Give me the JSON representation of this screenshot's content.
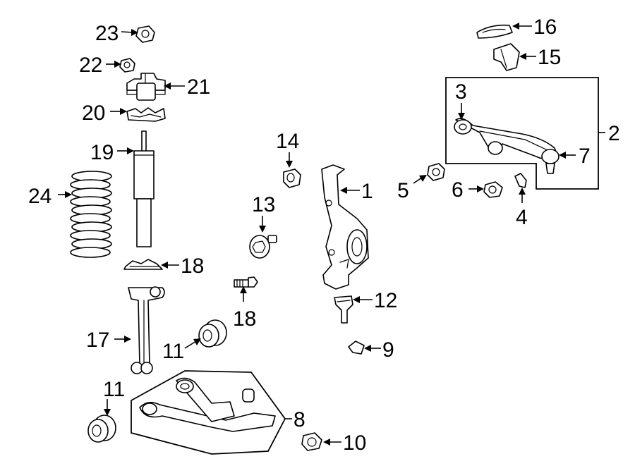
{
  "callouts": {
    "c1": "1",
    "c2": "2",
    "c3": "3",
    "c4": "4",
    "c5": "5",
    "c6": "6",
    "c7": "7",
    "c8": "8",
    "c9": "9",
    "c10": "10",
    "c11a": "11",
    "c11b": "11",
    "c12": "12",
    "c13": "13",
    "c14": "14",
    "c15": "15",
    "c16": "16",
    "c17": "17",
    "c18a": "18",
    "c18b": "18",
    "c19": "19",
    "c20": "20",
    "c21": "21",
    "c22": "22",
    "c23": "23",
    "c24": "24"
  }
}
